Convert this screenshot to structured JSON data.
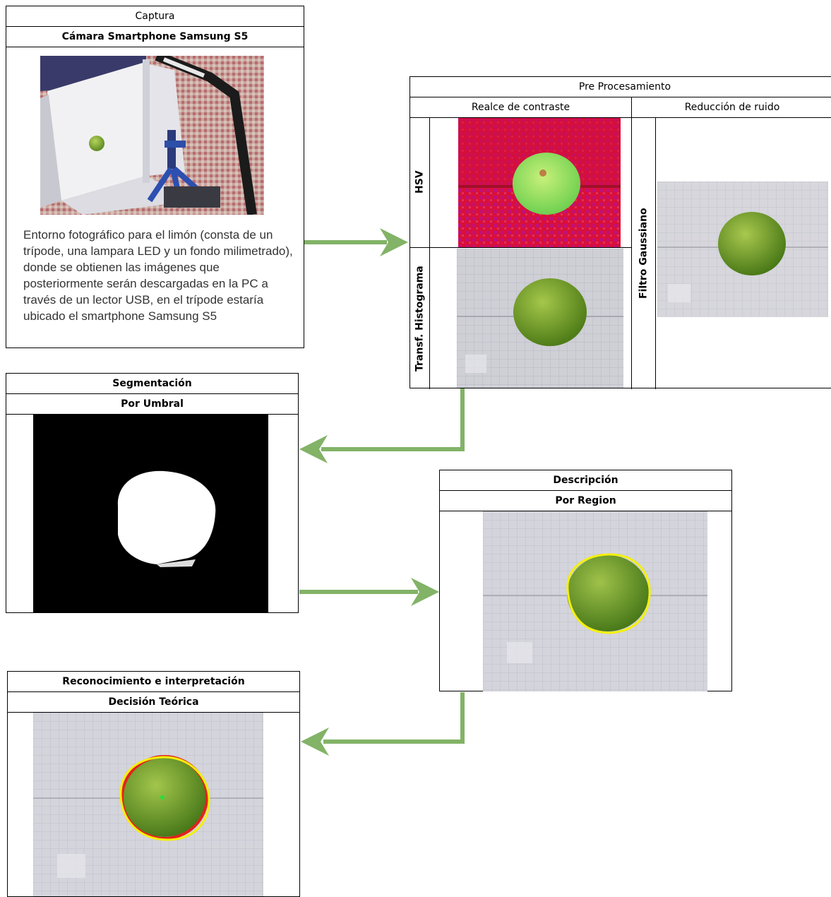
{
  "captura": {
    "title": "Captura",
    "subtitle": "Cámara Smartphone Samsung S5",
    "description": "Entorno fotográfico para el limón (consta de un trípode, una lampara LED y un fondo milimetrado), donde se obtienen las imágenes que posteriormente serán descargadas en la PC a través de un lector USB, en el trípode estaría ubicado el smartphone Samsung S5"
  },
  "preprocesamiento": {
    "title": "Pre Procesamiento",
    "col1": "Realce de contraste",
    "col2": "Reducción de ruido",
    "row1": "HSV",
    "row2": "Transf. Histograma",
    "row3": "Filtro Gaussiano"
  },
  "segmentacion": {
    "title": "Segmentación",
    "subtitle": "Por Umbral"
  },
  "descripcion": {
    "title": "Descripción",
    "subtitle": "Por Region"
  },
  "reconocimiento": {
    "title": "Reconocimiento e interpretación",
    "subtitle": "Decisión Teórica"
  },
  "colors": {
    "arrow": "#82b366",
    "lime": "#7da934",
    "contour_yellow": "#f4f00a",
    "contour_red": "#e2231a",
    "hsv_red": "#d8103a"
  }
}
